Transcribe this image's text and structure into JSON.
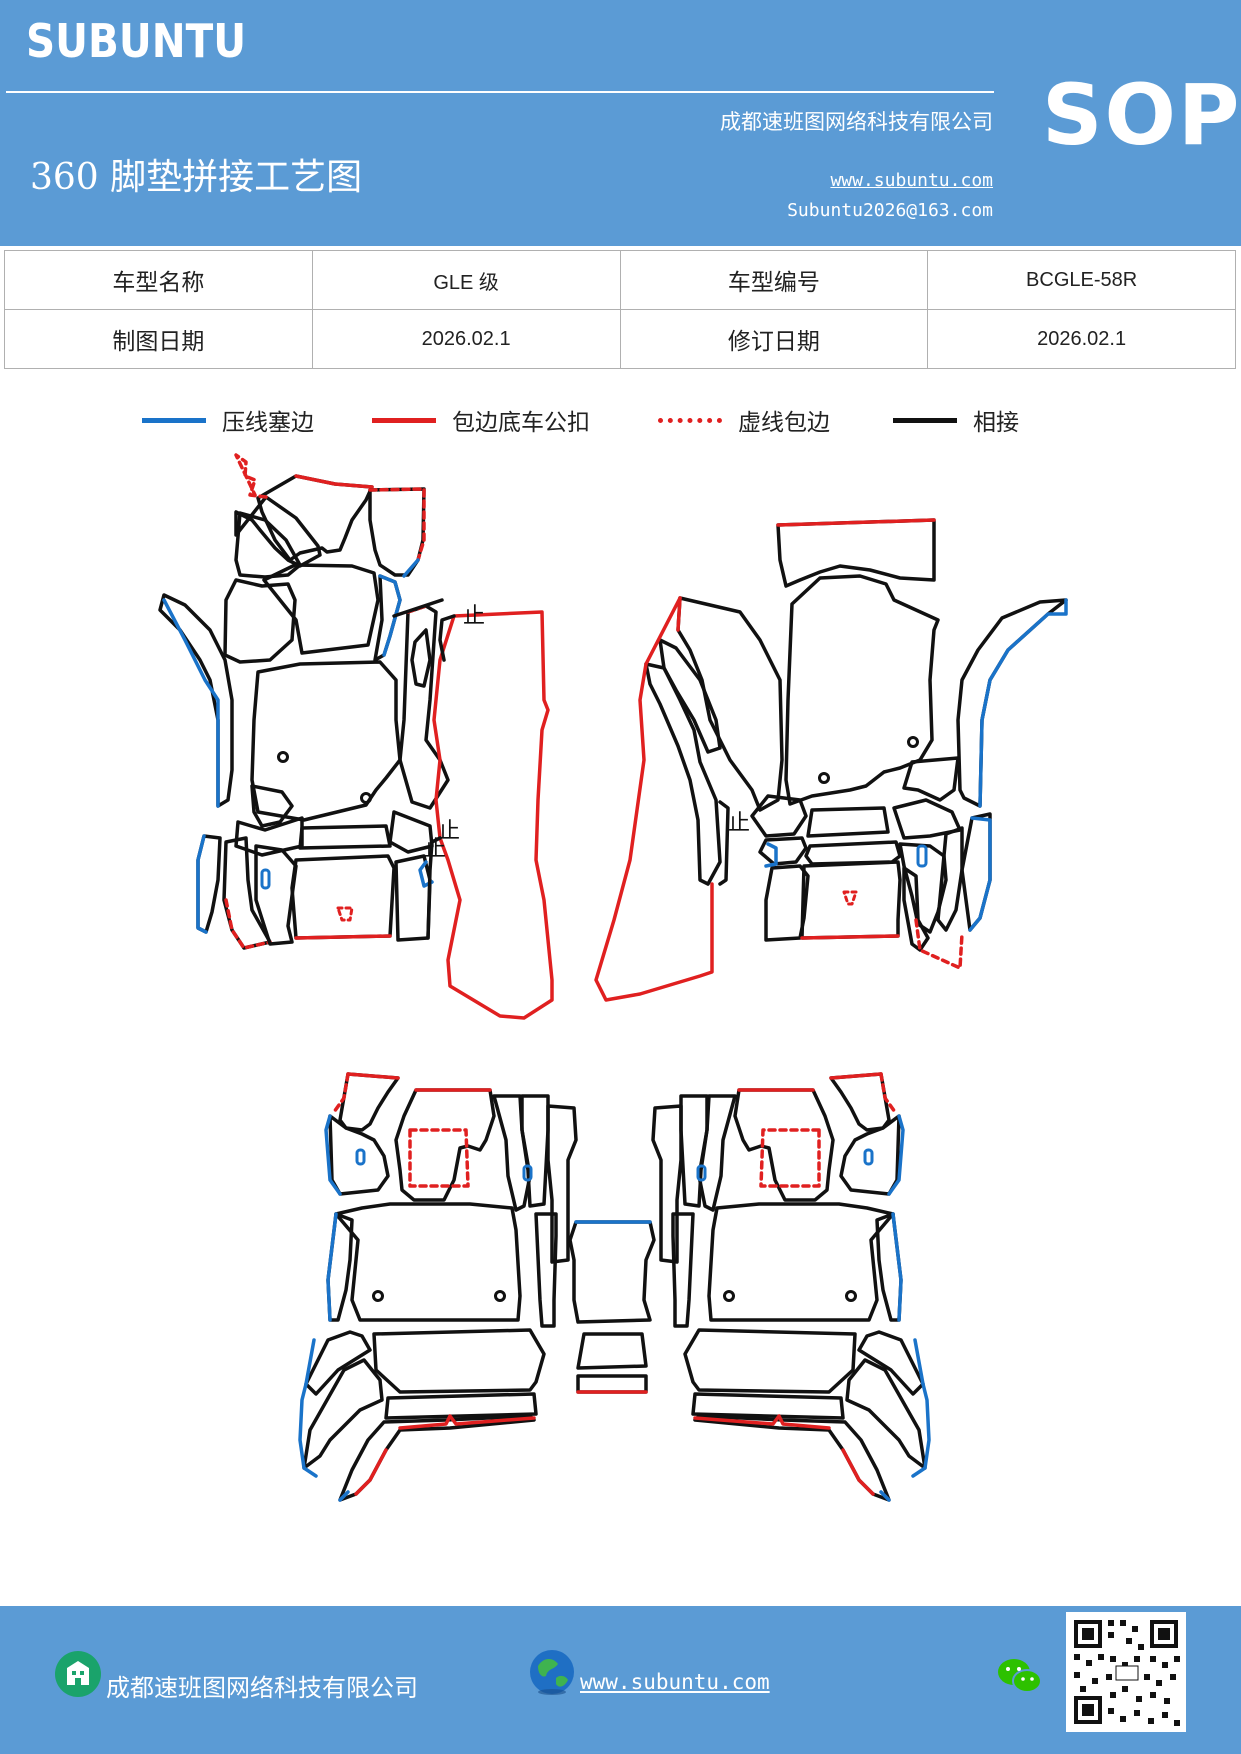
{
  "header": {
    "brand": "SUBUNTU",
    "company": "成都速班图网络科技有限公司",
    "title": "360 脚垫拼接工艺图",
    "website": "www.subuntu.com",
    "email": "Subuntu2026@163.com",
    "badge": "SOP"
  },
  "info": {
    "model_name_label": "车型名称",
    "model_name_value": "GLE 级",
    "model_no_label": "车型编号",
    "model_no_value": "BCGLE-58R",
    "draw_date_label": "制图日期",
    "draw_date_value": "2026.02.1",
    "revise_date_label": "修订日期",
    "revise_date_value": "2026.02.1"
  },
  "legend": [
    {
      "label": "压线塞边",
      "color": "#1a73c9",
      "style": "solid"
    },
    {
      "label": "包边底车公扣",
      "color": "#e02020",
      "style": "solid"
    },
    {
      "label": "虚线包边",
      "color": "#e02020",
      "style": "dashed"
    },
    {
      "label": "相接",
      "color": "#000000",
      "style": "solid"
    }
  ],
  "diagram": {
    "stop_mark": "止",
    "colors": {
      "blue": "#1a73c9",
      "red": "#e02020",
      "black": "#111111"
    }
  },
  "footer": {
    "company": "成都速班图网络科技有限公司",
    "website": "www.subuntu.com",
    "icons": [
      "building-icon",
      "globe-icon",
      "wechat-icon",
      "qr-code"
    ]
  }
}
